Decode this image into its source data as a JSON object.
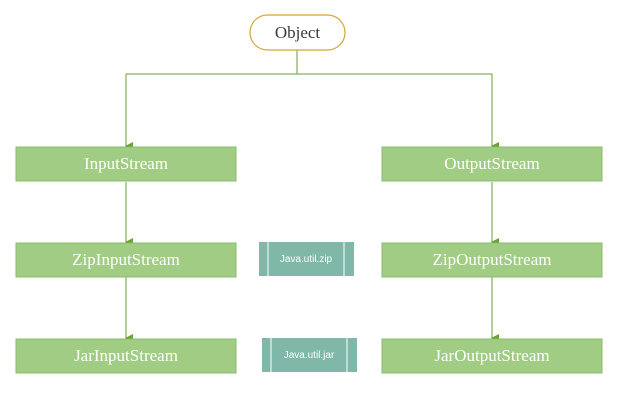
{
  "diagram": {
    "root": {
      "label": "Object"
    },
    "classes": {
      "input_stream": "InputStream",
      "output_stream": "OutputStream",
      "zip_input_stream": "ZipInputStream",
      "zip_output_stream": "ZipOutputStream",
      "jar_input_stream": "JarInputStream",
      "jar_output_stream": "JarOutputStream"
    },
    "packages": {
      "zip": "Java.util.zip",
      "jar": "Java.util.jar"
    },
    "colors": {
      "root_border": "#d6a531",
      "node_fill": "#a0cc84",
      "node_border": "#88bb6a",
      "edge": "#6aa235",
      "package_fill": "#7fb8a8"
    }
  }
}
